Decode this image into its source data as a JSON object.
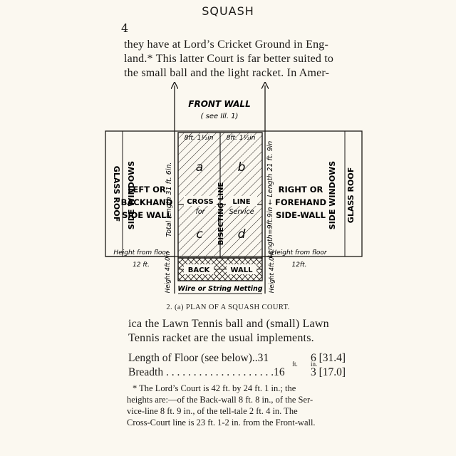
{
  "header": {
    "running_title": "SQUASH",
    "page_number": "4"
  },
  "text": {
    "lines": [
      "they have at Lord’s Cricket Ground in Eng-",
      "land.* This latter Court is far better suited to",
      "the small ball and the light racket. In Amer-"
    ],
    "after_lines": [
      "ica the Lawn Tennis ball and (small) Lawn",
      "Tennis racket are the usual implements."
    ]
  },
  "plan": {
    "front_wall": "FRONT WALL",
    "see_ill": "( see Ill. 1)",
    "left_glass": "GLASS ROOF",
    "left_windows": "SIDE WINDOWS",
    "left_wall": [
      "LEFT OR",
      "BACKHAND",
      "SIDE WALL"
    ],
    "right_wall": [
      "RIGHT OR",
      "FOREHAND",
      "SIDE-WALL"
    ],
    "right_windows": "SIDE WINDOWS",
    "right_glass": "GLASS ROOF",
    "top_left_meas": "8ft. 1½in",
    "top_right_meas": "8ft. 1½in",
    "total_length": "Total length  31 ft. 6in.",
    "length_right": "Length=9ft.9in ← Length 21 ft. 9in",
    "bisecting": "BISECTING LINE",
    "cell_a": "a",
    "cell_b": "b",
    "cell_c": "c",
    "cell_d": "d",
    "cross": "CROSS",
    "line": "LINE",
    "for": "for",
    "service": "Service",
    "height_left": "Height from floor",
    "height_right": "Height from floor",
    "left_12": "12 ft.",
    "right_12": "12ft.",
    "back": "BACK",
    "wall": "WALL",
    "height_back_left": "Height 4ft.0in",
    "height_back_right": "Height 4ft.0in",
    "wire": "Wire or String Netting"
  },
  "caption": "2. (a) PLAN OF A SQUASH COURT.",
  "measurements": {
    "units": [
      "ft.",
      "in."
    ],
    "rows": [
      {
        "label": "Length of Floor (see below)..31",
        "inches": "6 [31.4]"
      },
      {
        "label": "Breadth . . . . . . . . . . . . . . . . . . . .16",
        "inches": "3 [17.0]"
      }
    ]
  },
  "footnote": [
    "* The Lord’s Court is 42 ft. by 24 ft. 1 in.; the",
    "heights are:—of the Back-wall 8 ft. 8 in., of the Ser-",
    "vice-line 8 ft. 9 in., of the tell-tale 2 ft. 4 in. The",
    "Cross-Court line is 23 ft. 1-2 in. from the Front-wall."
  ]
}
